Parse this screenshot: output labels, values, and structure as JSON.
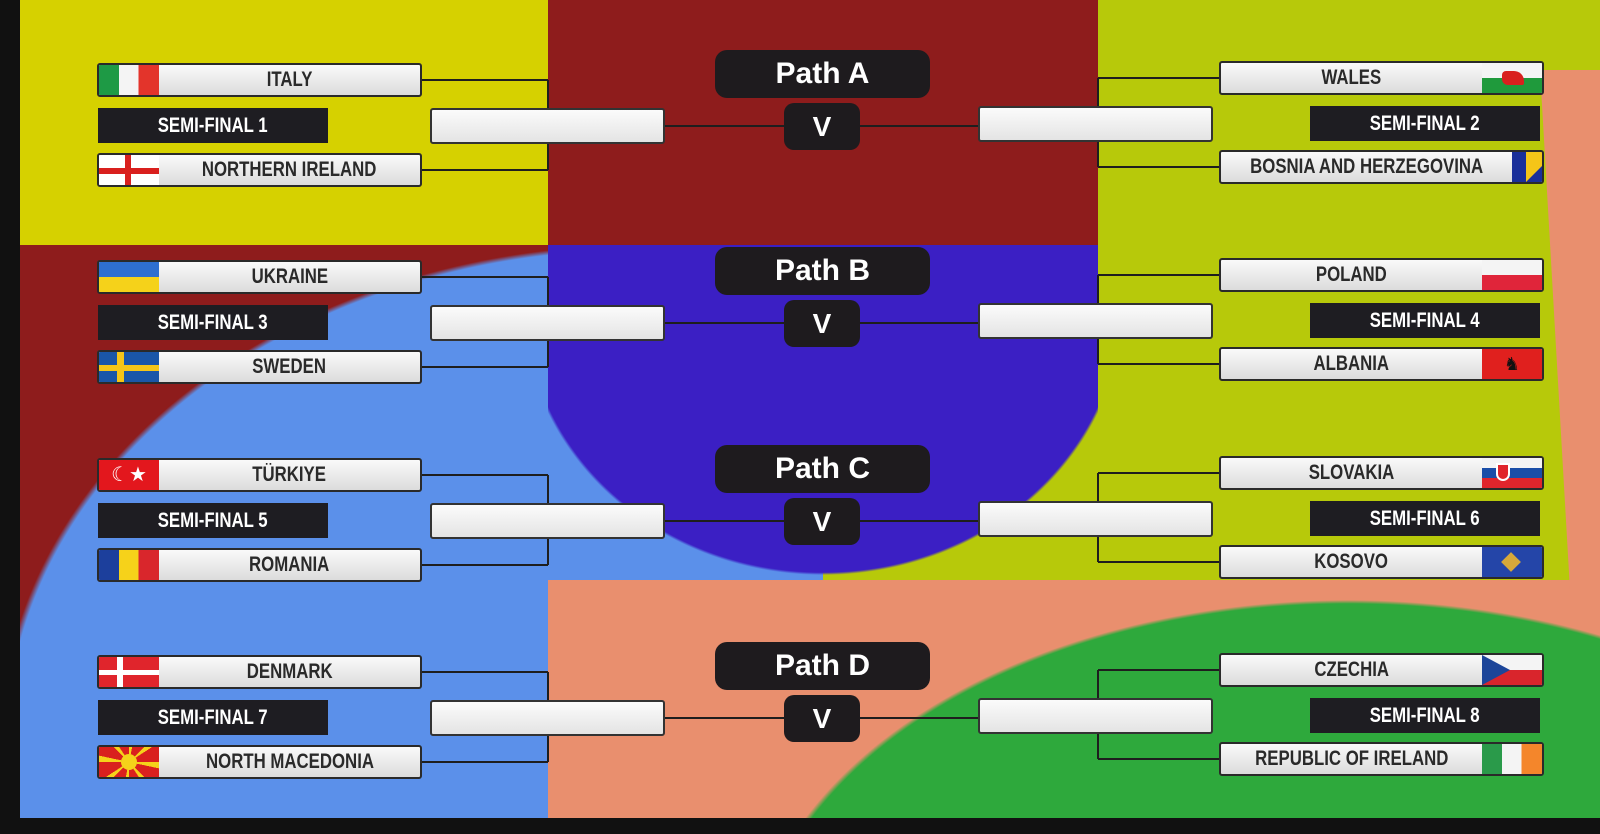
{
  "colors": {
    "yellow": "#d6d100",
    "red": "#8e1c1c",
    "lime": "#b7c90a",
    "blue": "#5b90ea",
    "purple": "#3b1fc4",
    "salmon": "#e98f6e",
    "green": "#2ea93c",
    "dark": "#1e1d22"
  },
  "paths": [
    {
      "label": "Path A",
      "v": "V",
      "left": {
        "top": {
          "name": "ITALY",
          "flag": "italy-flag-icon"
        },
        "sf": "SEMI-FINAL 1",
        "bottom": {
          "name": "NORTHERN IRELAND",
          "flag": "northern-ireland-flag-icon"
        }
      },
      "right": {
        "top": {
          "name": "WALES",
          "flag": "wales-flag-icon"
        },
        "sf": "SEMI-FINAL 2",
        "bottom": {
          "name": "BOSNIA AND HERZEGOVINA",
          "flag": "bosnia-flag-icon"
        }
      }
    },
    {
      "label": "Path B",
      "v": "V",
      "left": {
        "top": {
          "name": "UKRAINE",
          "flag": "ukraine-flag-icon"
        },
        "sf": "SEMI-FINAL 3",
        "bottom": {
          "name": "SWEDEN",
          "flag": "sweden-flag-icon"
        }
      },
      "right": {
        "top": {
          "name": "POLAND",
          "flag": "poland-flag-icon"
        },
        "sf": "SEMI-FINAL 4",
        "bottom": {
          "name": "ALBANIA",
          "flag": "albania-flag-icon"
        }
      }
    },
    {
      "label": "Path C",
      "v": "V",
      "left": {
        "top": {
          "name": "TÜRKIYE",
          "flag": "turkiye-flag-icon"
        },
        "sf": "SEMI-FINAL 5",
        "bottom": {
          "name": "ROMANIA",
          "flag": "romania-flag-icon"
        }
      },
      "right": {
        "top": {
          "name": "SLOVAKIA",
          "flag": "slovakia-flag-icon"
        },
        "sf": "SEMI-FINAL 6",
        "bottom": {
          "name": "KOSOVO",
          "flag": "kosovo-flag-icon"
        }
      }
    },
    {
      "label": "Path D",
      "v": "V",
      "left": {
        "top": {
          "name": "DENMARK",
          "flag": "denmark-flag-icon"
        },
        "sf": "SEMI-FINAL 7",
        "bottom": {
          "name": "NORTH MACEDONIA",
          "flag": "north-macedonia-flag-icon"
        }
      },
      "right": {
        "top": {
          "name": "CZECHIA",
          "flag": "czechia-flag-icon"
        },
        "sf": "SEMI-FINAL 8",
        "bottom": {
          "name": "REPUBLIC OF IRELAND",
          "flag": "ireland-flag-icon"
        }
      }
    }
  ]
}
